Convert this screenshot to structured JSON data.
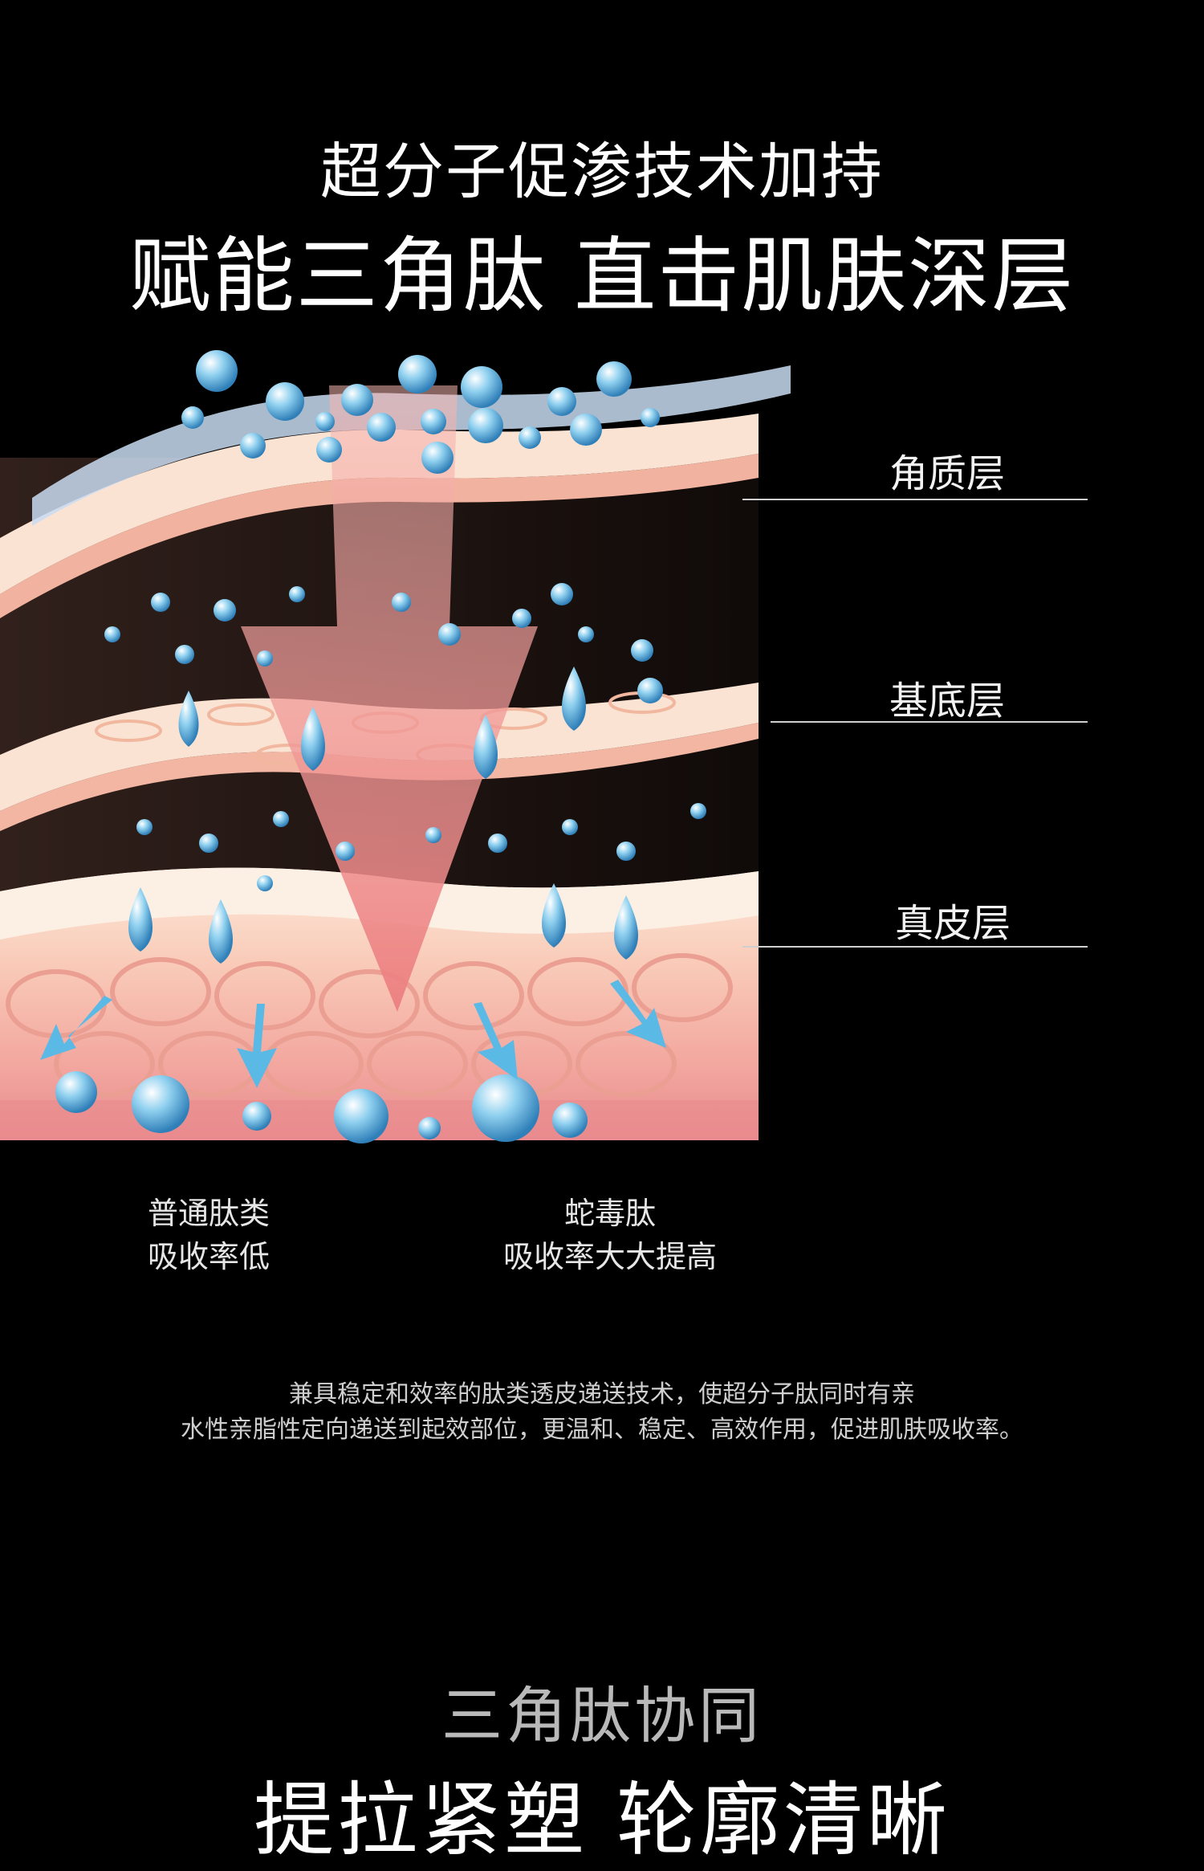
{
  "header": {
    "subtitle": "超分子促渗技术加持",
    "headline": "赋能三角肽 直击肌肤深层"
  },
  "diagram": {
    "layers": [
      {
        "label": "角质层"
      },
      {
        "label": "基底层"
      },
      {
        "label": "真皮层"
      }
    ],
    "compare": {
      "normal": {
        "line1": "普通肽类",
        "line2": "吸收率低"
      },
      "snake": {
        "line1": "蛇毒肽",
        "line2": "吸收率大大提高"
      }
    }
  },
  "description": {
    "line1": "兼具稳定和效率的肽类透皮递送技术，使超分子肽同时有亲",
    "line2": "水性亲脂性定向递送到起效部位，更温和、稳定、高效作用，促进肌肤吸收率。"
  },
  "footer": {
    "tagline": "三角肽协同",
    "headline": "提拉紧塑 轮廓清晰"
  },
  "colors": {
    "background": "#000000",
    "skin_light": "#fbe3d3",
    "skin_pink": "#f4b4a8",
    "arrow": "#f08c8c",
    "droplet": "#7fc6ea",
    "arrow_blue": "#5bb9e6"
  }
}
